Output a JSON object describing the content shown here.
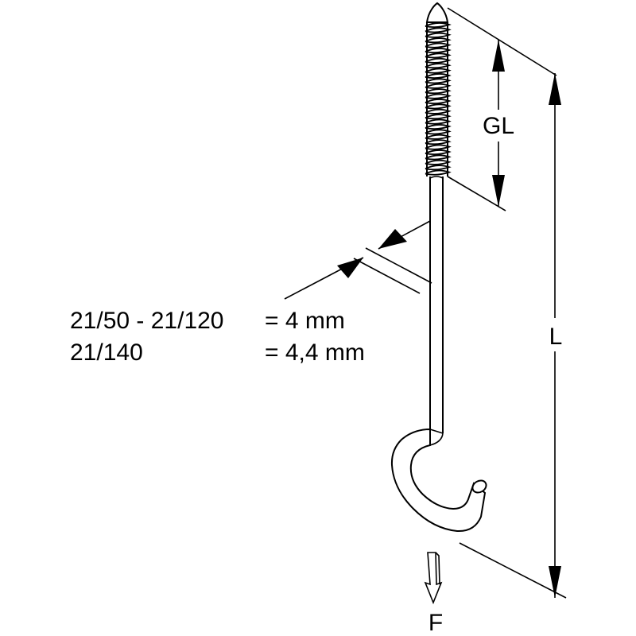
{
  "dimensions": {
    "thread_length": "GL",
    "total_length": "L",
    "load_force": "F"
  },
  "diameter_note": {
    "row1": {
      "range": "21/50 - 21/120",
      "value": "= 4 mm"
    },
    "row2": {
      "range": "21/140",
      "value": "= 4,4 mm"
    }
  }
}
